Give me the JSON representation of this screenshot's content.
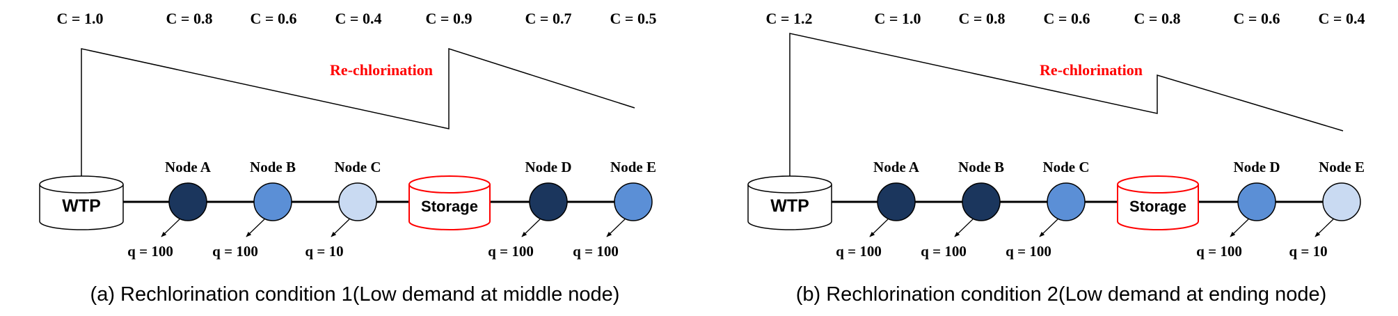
{
  "colors": {
    "dark": "#1b365d",
    "mid": "#5b8fd6",
    "light": "#c9daf2",
    "red": "#ff0000",
    "line": "#000000"
  },
  "panels": [
    {
      "concentrations": [
        "C = 1.0",
        "C = 0.8",
        "C = 0.6",
        "C = 0.4",
        "C = 0.9",
        "C = 0.7",
        "C = 0.5"
      ],
      "rechlorination_label": "Re-chlorination",
      "wtp_label": "WTP",
      "storage_label": "Storage",
      "nodes": [
        {
          "label": "Node A",
          "demand": "q = 100",
          "shade": "dark"
        },
        {
          "label": "Node B",
          "demand": "q = 100",
          "shade": "mid"
        },
        {
          "label": "Node C",
          "demand": "q = 10",
          "shade": "light"
        },
        {
          "label": "Node D",
          "demand": "q = 100",
          "shade": "dark"
        },
        {
          "label": "Node E",
          "demand": "q = 100",
          "shade": "mid"
        }
      ],
      "caption": "(a) Rechlorination condition 1(Low demand at middle node)"
    },
    {
      "concentrations": [
        "C = 1.2",
        "C = 1.0",
        "C = 0.8",
        "C = 0.6",
        "C = 0.8",
        "C = 0.6",
        "C = 0.4"
      ],
      "rechlorination_label": "Re-chlorination",
      "wtp_label": "WTP",
      "storage_label": "Storage",
      "nodes": [
        {
          "label": "Node A",
          "demand": "q = 100",
          "shade": "dark"
        },
        {
          "label": "Node B",
          "demand": "q = 100",
          "shade": "dark"
        },
        {
          "label": "Node C",
          "demand": "q = 100",
          "shade": "mid"
        },
        {
          "label": "Node D",
          "demand": "q = 100",
          "shade": "mid"
        },
        {
          "label": "Node E",
          "demand": "q = 10",
          "shade": "light"
        }
      ],
      "caption": "(b) Rechlorination condition 2(Low demand at ending node)"
    }
  ]
}
